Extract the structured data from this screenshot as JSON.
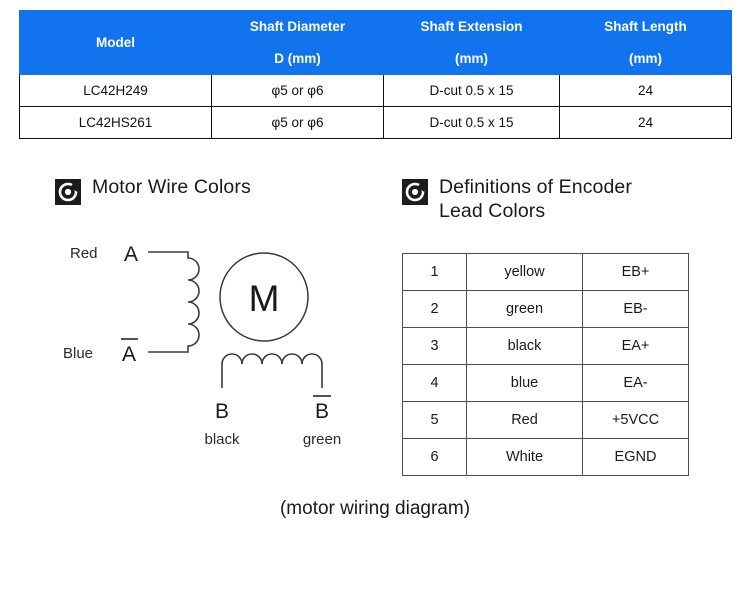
{
  "spec_table": {
    "headers_row1": [
      "Model",
      "Shaft Diameter",
      "Shaft Extension",
      "Shaft Length"
    ],
    "headers_row2": [
      "D (mm)",
      "(mm)",
      "(mm)"
    ],
    "rows": [
      [
        "LC42H249",
        "φ5 or φ6",
        "D-cut 0.5 x 15",
        "24"
      ],
      [
        "LC42HS261",
        "φ5 or φ6",
        "D-cut 0.5 x 15",
        "24"
      ]
    ],
    "header_bg": "#1273ef",
    "header_fg": "#ffffff",
    "border_color": "#111111"
  },
  "motor_section": {
    "icon": "target-icon",
    "title": "Motor Wire Colors",
    "diagram": {
      "coil_a": {
        "top_label_color": "Red",
        "top_terminal": "A",
        "bottom_label_color": "Blue",
        "bottom_terminal": "A",
        "bottom_terminal_overline": true
      },
      "motor_symbol": "M",
      "coil_b": {
        "left_terminal": "B",
        "left_terminal_overline": false,
        "left_label_color": "black",
        "right_terminal": "B",
        "right_terminal_overline": true,
        "right_label_color": "green"
      }
    }
  },
  "encoder_section": {
    "icon": "target-icon",
    "title_line1": "Definitions of Encoder",
    "title_line2": "Lead Colors",
    "rows": [
      [
        "1",
        "yellow",
        "EB+"
      ],
      [
        "2",
        "green",
        "EB-"
      ],
      [
        "3",
        "black",
        "EA+"
      ],
      [
        "4",
        "blue",
        "EA-"
      ],
      [
        "5",
        "Red",
        "+5VCC"
      ],
      [
        "6",
        "White",
        "EGND"
      ]
    ],
    "border_color": "#4d4d4d"
  },
  "caption": "(motor wiring diagram)"
}
